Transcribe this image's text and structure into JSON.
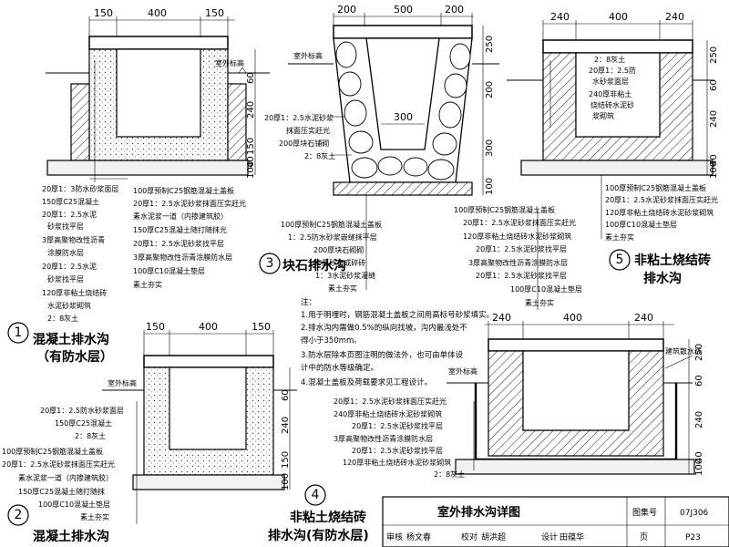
{
  "sheet_title": "室外排水沟详图",
  "atlas_no_label": "图集号",
  "atlas_no": "07J306",
  "page_label": "页",
  "page_no": "P23",
  "title_block": {
    "review_label": "审核",
    "reviewer": "杨文春",
    "check_label": "校对",
    "checker": "胡洪超",
    "design_label": "设计",
    "designer": "田蕴华"
  },
  "outdoor_grade": "室外标高",
  "details": [
    {
      "number": "1",
      "title_line1": "混凝土排水沟",
      "title_line2": "（有防水层）",
      "dims_top": [
        "150",
        "400",
        "150"
      ],
      "dims_side": [
        "60",
        "240",
        "150",
        "40",
        "100"
      ],
      "layers_left": [
        "20厚1：3防水砂浆面层",
        "150厚C25混凝土",
        "20厚1：2.5水泥",
        "砂浆找平层",
        "3厚高聚物改性沥青",
        "涂膜防水层",
        "20厚1：2.5水泥",
        "砂浆找平层",
        "120厚非粘土烧结砖",
        "水泥砂浆砌筑",
        "2：8灰土"
      ],
      "layers_right": [
        "100厚预制C25钢筋混凝土盖板",
        "20厚1：2.5水泥砂浆抹面压实赶光",
        "素水泥浆一道（内掺建筑胶）",
        "150厚C25混凝土随打随抹光",
        "20厚1：2.5水泥砂浆找平层",
        "3厚高聚物改性沥青涂膜防水层",
        "100厚C10混凝土垫层",
        "素土夯实"
      ]
    },
    {
      "number": "2",
      "title_line1": "混凝土排水沟",
      "dims_top": [
        "150",
        "400",
        "150"
      ],
      "dims_side": [
        "60",
        "240",
        "150",
        "100"
      ],
      "layers": [
        "20厚1：2.5防水砂浆面层",
        "150厚C25混凝土",
        "2：8灰土",
        "100厚预制C25钢筋混凝土盖板",
        "20厚1：2.5水泥砂浆抹面压实赶光",
        "素水泥浆一道（内掺建筑胶）",
        "150厚C25混凝土随打随抹",
        "100厚C10混凝土垫层",
        "素土夯实"
      ]
    },
    {
      "number": "3",
      "title_line1": "块石排水沟",
      "dims_top": [
        "200",
        "500",
        "200"
      ],
      "inner_width": "300",
      "dims_side": [
        "250",
        "200",
        "300",
        "100"
      ],
      "layers_upper": [
        "20厚1：2.5水泥砂浆",
        "抹面压实赶光",
        "200厚块石铺砌",
        "2：8灰土"
      ],
      "layers_lower": [
        "100厚预制C25钢筋混凝土盖板",
        "1：2.5防水砂浆嵌缝抹平层",
        "200厚块石砌砌",
        "100厚砂石或碎砖",
        "1：3水泥砂浆灌缝",
        "素土夯实"
      ]
    },
    {
      "number": "4",
      "title_line1": "非粘土烧结砖",
      "title_line2": "排水沟(有防水层)",
      "dims_top": [
        "240",
        "400",
        "240"
      ],
      "dims_side": [
        "250",
        "60",
        "240",
        "40",
        "100"
      ],
      "building_label": "建筑散水线",
      "layers": [
        "20厚1：2.5水泥砂浆抹面压实赶光",
        "240厚非粘土烧结砖水泥砂浆砌筑",
        "20厚1：2.5水泥砂浆找平层",
        "3厚高聚物改性沥青涂膜防水层",
        "20厚1：2.5水泥砂浆找平层",
        "120厚非粘土烧结砖水泥砂浆砌筑",
        "2：8灰土"
      ]
    },
    {
      "number": "5",
      "title_line1": "非粘土烧结砖",
      "title_line2": "排水沟",
      "dims_top": [
        "240",
        "400",
        "240"
      ],
      "dims_side": [
        "250",
        "60",
        "240",
        "40",
        "100"
      ],
      "layers_upper": [
        "2：8灰土",
        "20厚1：2.5防",
        "水砂浆面层",
        "240厚非粘土",
        "烧结砖水泥砂",
        "浆砌筑"
      ],
      "layers_lower": [
        "100厚预制C25钢筋混凝土盖板",
        "20厚1：2.5水泥砂浆抹面压实赶光",
        "120厚非粘土烧结砖水泥砂浆砌筑",
        "100厚C10混凝土垫层",
        "素土夯实"
      ]
    }
  ],
  "middle_layers": [
    "100厚预制C25钢筋混凝土盖板",
    "20厚1：2.5水泥砂浆抹面压实赶光",
    "120厚非粘土烧结砖水泥砂浆砌筑",
    "20厚1：2.5水泥砂浆找平层",
    "3厚高聚物改性沥青涂膜防水层",
    "20厚1：2.5水泥砂浆找平层",
    "100厚C10混凝土垫层",
    "素土夯实"
  ],
  "notes_title": "注：",
  "notes": [
    "1.用于明埋时，钢筋混凝土盖板之间用高标号砂浆填实。",
    "2.排水沟内需做0.5%的纵向找坡，沟内最浅处不",
    "  得小于350mm。",
    "3.防水层除本页图注明的做法外，也可由单体设",
    "  计中的防水等级确定。",
    "4.混凝土盖板及荷载要求见工程设计。"
  ]
}
